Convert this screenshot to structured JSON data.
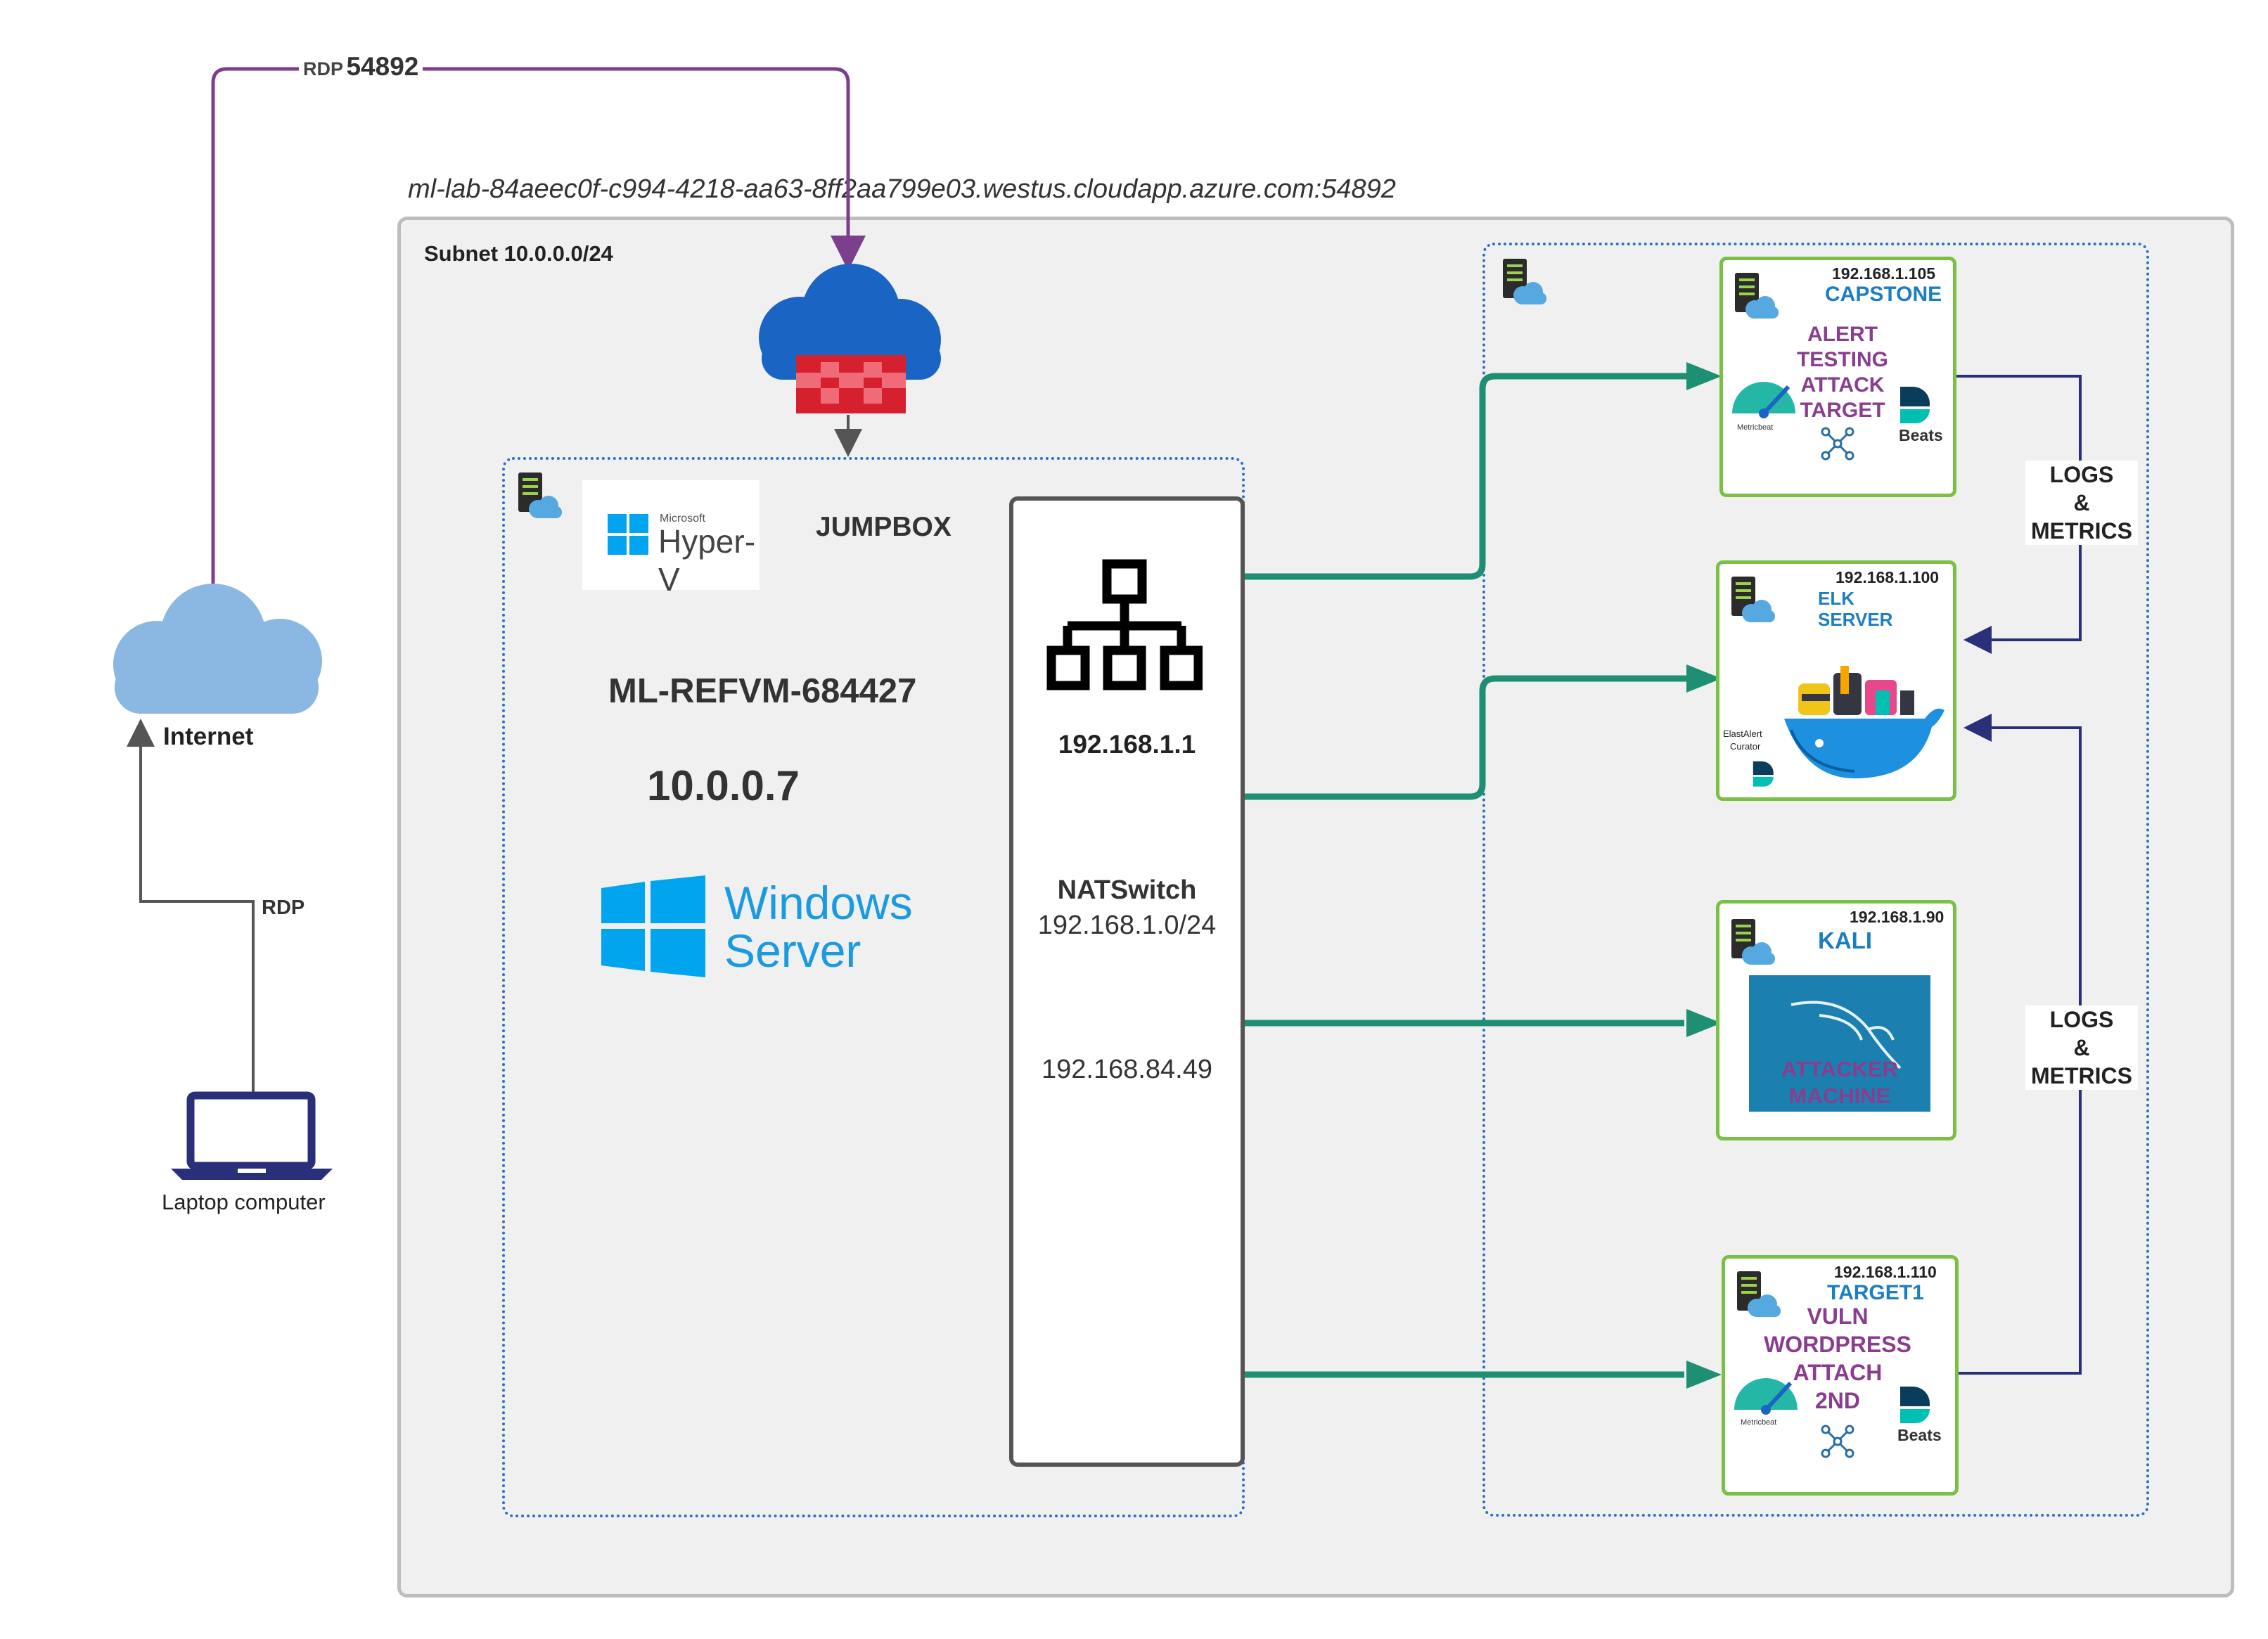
{
  "top_link": {
    "protocol": "RDP",
    "port": "54892"
  },
  "hostname": "ml-lab-84aeec0f-c994-4218-aa63-8ff2aa799e03.westus.cloudapp.azure.com:54892",
  "subnet_label": "Subnet 10.0.0.0/24",
  "internet": {
    "label": "Internet"
  },
  "laptop": {
    "label": "Laptop computer",
    "link_label": "RDP"
  },
  "jumpbox": {
    "title": "JUMPBOX",
    "hostname": "ML-REFVM-684427",
    "ip": "10.0.0.7",
    "hyperv_small": "Microsoft",
    "hyperv_big": "Hyper-V",
    "windows_line1": "Windows",
    "windows_line2": "Server"
  },
  "natswitch": {
    "gateway_ip": "192.168.1.1",
    "name": "NATSwitch",
    "subnet": "192.168.1.0/24",
    "ext_ip": "192.168.84.49"
  },
  "vms": {
    "capstone": {
      "ip": "192.168.1.105",
      "name": "CAPSTONE",
      "role": [
        "ALERT",
        "TESTING",
        "ATTACK",
        "TARGET"
      ],
      "metricbeat": "Metricbeat",
      "beats": "Beats"
    },
    "elk": {
      "ip": "192.168.1.100",
      "name_line1": "ELK",
      "name_line2": "SERVER",
      "elastalert1": "ElastAlert",
      "elastalert2": "Curator"
    },
    "kali": {
      "ip": "192.168.1.90",
      "name": "KALI",
      "role_line1": "ATTACKER",
      "role_line2": "MACHINE"
    },
    "target1": {
      "ip": "192.168.1.110",
      "name": "TARGET1",
      "role": [
        "VULN",
        "WORDPRESS",
        "ATTACH",
        "2ND"
      ],
      "metricbeat": "Metricbeat",
      "beats": "Beats"
    }
  },
  "logs_label_1": {
    "line1": "LOGS",
    "line2": "&",
    "line3": "METRICS"
  },
  "logs_label_2": {
    "line1": "LOGS",
    "line2": "&",
    "line3": "METRICS"
  },
  "colors": {
    "rdp_link": "#7b3f8c",
    "network_link": "#1e8f72",
    "logs_link": "#2a2f7a",
    "vm_border": "#7ac143",
    "cloud_azure": "#1a64c4",
    "cloud_internet": "#8ab8e2"
  }
}
